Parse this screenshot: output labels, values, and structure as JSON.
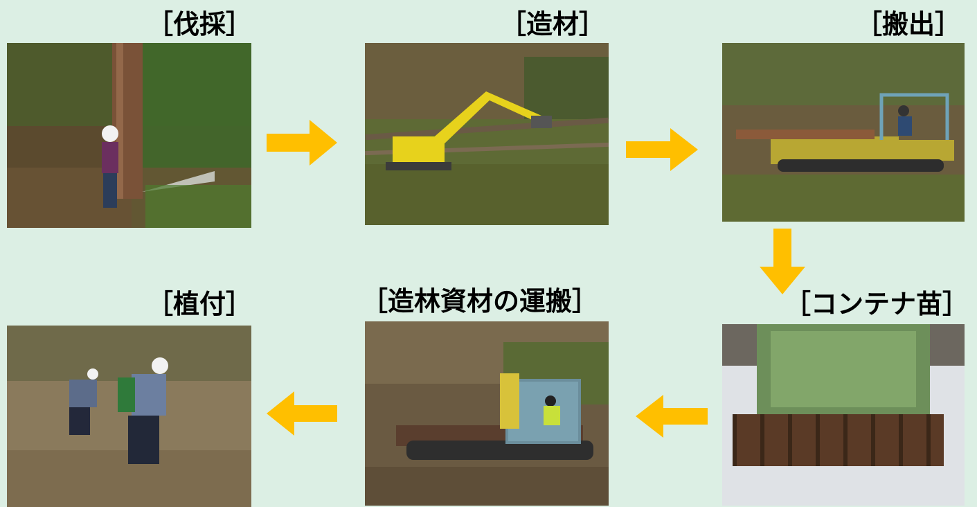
{
  "steps": {
    "felling": {
      "label": "［伐採］"
    },
    "bucking": {
      "label": "［造材］"
    },
    "hauling": {
      "label": "［搬出］"
    },
    "seedlings": {
      "label": "［コンテナ苗］"
    },
    "transport": {
      "label": "［造林資材の運搬］"
    },
    "planting": {
      "label": "［植付］"
    }
  },
  "colors": {
    "background": "#dcefe4",
    "arrow": "#ffbf00"
  }
}
